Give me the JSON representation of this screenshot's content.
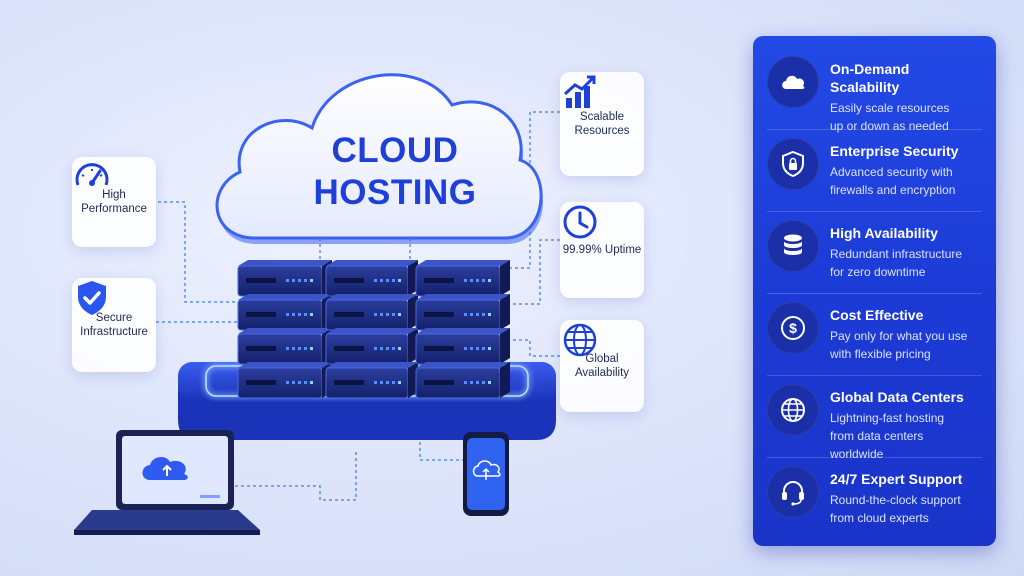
{
  "hero": {
    "title_line1": "CLOUD",
    "title_line2": "HOSTING"
  },
  "tiles": [
    {
      "label": "High Performance",
      "icon": "speedometer-icon"
    },
    {
      "label": "Secure Infrastructure",
      "icon": "shield-check-icon"
    },
    {
      "label": "Scalable Resources",
      "icon": "growth-chart-icon"
    },
    {
      "label": "99.99% Uptime",
      "icon": "clock-icon"
    },
    {
      "label": "Global Availability",
      "icon": "globe-icon"
    }
  ],
  "features": [
    {
      "title": "On-Demand Scalability",
      "desc": "Easily scale resources up or down as needed",
      "icon": "cloud-icon"
    },
    {
      "title": "Enterprise Security",
      "desc": "Advanced security with firewalls and encryption",
      "icon": "shield-lock-icon"
    },
    {
      "title": "High Availability",
      "desc": "Redundant infrastructure for zero downtime",
      "icon": "database-icon"
    },
    {
      "title": "Cost Effective",
      "desc": "Pay only for what you use with flexible pricing",
      "icon": "dollar-icon"
    },
    {
      "title": "Global Data Centers",
      "desc": "Lightning-fast hosting from data centers worldwide",
      "icon": "globe-icon"
    },
    {
      "title": "24/7 Expert Support",
      "desc": "Round-the-clock support from cloud experts",
      "icon": "headset-icon"
    }
  ],
  "colors": {
    "accent": "#1e40d8",
    "panel": "#1f3fdc",
    "glow": "#5aa0ff"
  }
}
